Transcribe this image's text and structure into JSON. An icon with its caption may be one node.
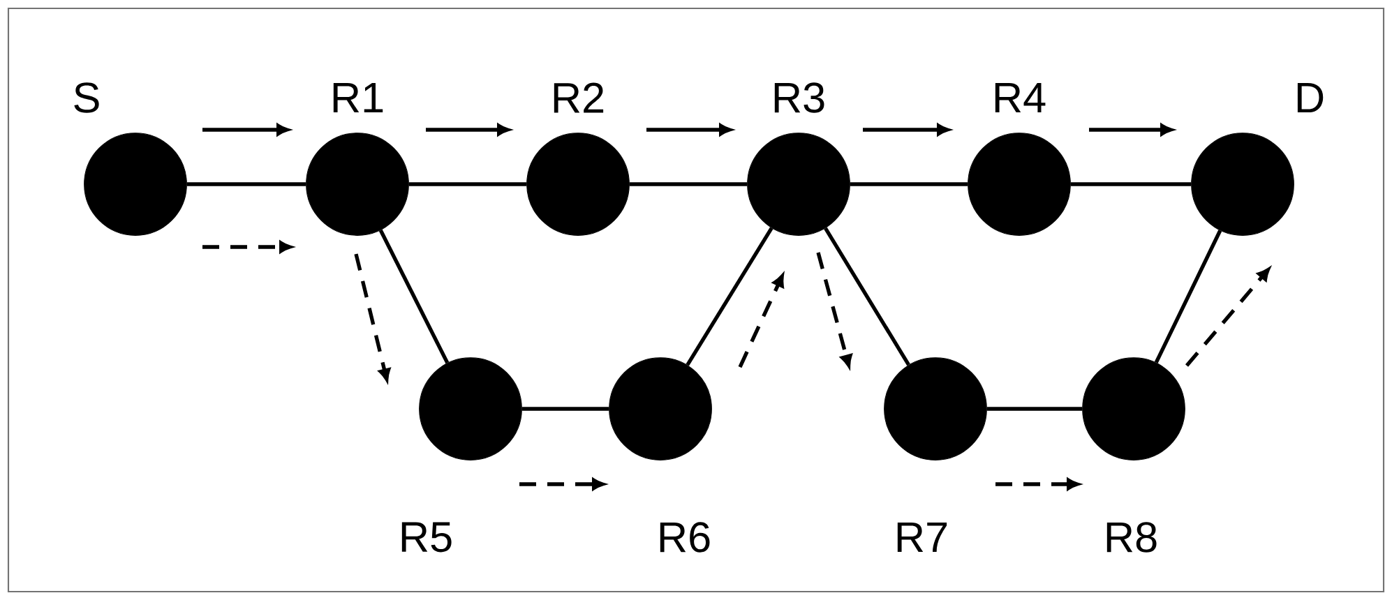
{
  "diagram": {
    "nodes": [
      {
        "text": [
          "S"
        ]
      },
      {
        "text": [
          "R1"
        ]
      },
      {
        "text": [
          "R2"
        ]
      },
      {
        "text": [
          "R3"
        ]
      },
      {
        "text": [
          "R4"
        ]
      },
      {
        "text": [
          "D"
        ]
      },
      {
        "text": [
          "R5"
        ]
      },
      {
        "text": [
          "R6"
        ]
      },
      {
        "text": [
          "R7"
        ]
      },
      {
        "text": [
          "R8"
        ]
      }
    ],
    "edges": [
      {
        "from": 0,
        "to": 1,
        "arrow": "none"
      },
      {
        "from": 1,
        "to": 2,
        "arrow": "none"
      },
      {
        "from": 2,
        "to": 3,
        "arrow": "none"
      },
      {
        "from": 3,
        "to": 4,
        "arrow": "none"
      },
      {
        "from": 4,
        "to": 5,
        "arrow": "none"
      },
      {
        "from": 1,
        "to": 6,
        "arrow": "none"
      },
      {
        "from": 6,
        "to": 7,
        "arrow": "none"
      },
      {
        "from": 7,
        "to": 3,
        "arrow": "none"
      },
      {
        "from": 3,
        "to": 8,
        "arrow": "none"
      },
      {
        "from": 8,
        "to": 9,
        "arrow": "none"
      },
      {
        "from": 9,
        "to": 5,
        "arrow": "none"
      }
    ]
  }
}
